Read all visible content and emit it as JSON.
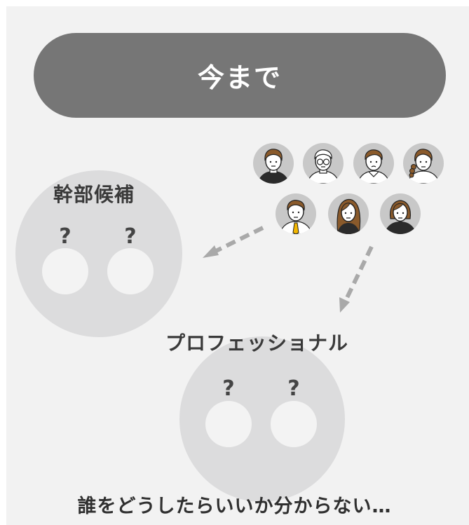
{
  "header": {
    "title": "今まで"
  },
  "groups": {
    "executive": {
      "label": "幹部候補",
      "slot1_mark": "?",
      "slot2_mark": "?"
    },
    "professional": {
      "label": "プロフェッショナル",
      "slot1_mark": "?",
      "slot2_mark": "?"
    }
  },
  "people": [
    {
      "icon": "man-short-hair-avatar-icon"
    },
    {
      "icon": "man-glasses-avatar-icon"
    },
    {
      "icon": "man-collar-shirt-avatar-icon"
    },
    {
      "icon": "woman-side-braid-avatar-icon"
    },
    {
      "icon": "man-necktie-avatar-icon"
    },
    {
      "icon": "woman-long-hair-avatar-icon"
    },
    {
      "icon": "woman-bob-hair-avatar-icon"
    }
  ],
  "colors": {
    "panel": "#f2f2f2",
    "pill": "#767676",
    "group_circle": "#dcdcdd",
    "arrow": "#a9a9a9",
    "hair": "#8a5a2b",
    "necktie": "#f2b600"
  },
  "footer": {
    "text": "誰をどうしたらいいか分からない…"
  }
}
